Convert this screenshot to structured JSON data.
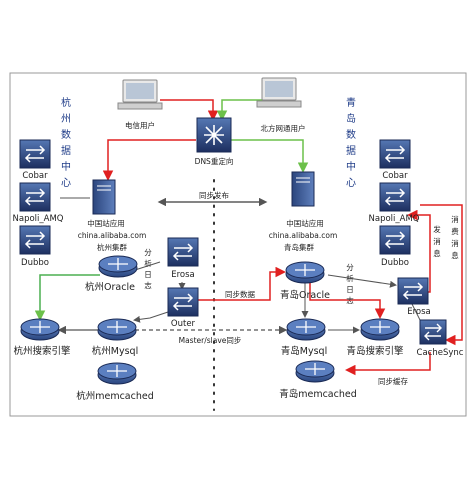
{
  "regions": {
    "hangzhou_title": [
      "杭",
      "州",
      "数",
      "据",
      "中",
      "心"
    ],
    "qingdao_title": [
      "青",
      "岛",
      "数",
      "据",
      "中",
      "心"
    ]
  },
  "users": {
    "telecom": "电信用户",
    "north_network": "北方网通用户"
  },
  "dns": "DNS重定向",
  "sync_publish": "同步发布",
  "hz": {
    "cobar": "Cobar",
    "napoli": "Napoli_AMQ",
    "dubbo": "Dubbo",
    "site_app": "中国站应用",
    "site_domain": "china.alibaba.com",
    "cluster": "杭州集群",
    "oracle": "杭州Oracle",
    "search": "杭州搜索引擎",
    "mysql": "杭州Mysql",
    "memcached": "杭州memcached"
  },
  "analysis_log_left": [
    "分",
    "析",
    "日",
    "志"
  ],
  "erosa_left": "Erosa",
  "outer": "Outer",
  "sync_data": "同步数据",
  "master_slave": "Master/slave同步",
  "qd": {
    "cobar": "Cobar",
    "napoli": "Napoli_AMQ",
    "dubbo": "Dubbo",
    "site_app": "中国站应用",
    "site_domain": "china.alibaba.com",
    "cluster": "青岛集群",
    "oracle": "青岛Oracle",
    "search": "青岛搜索引擎",
    "mysql": "青岛Mysql",
    "memcached": "青岛memcached"
  },
  "analysis_log_right": [
    "分",
    "析",
    "日",
    "志"
  ],
  "erosa_right": "Erosa",
  "cachesync": "CacheSync",
  "send_message": [
    "发",
    "消",
    "息"
  ],
  "consume_message": [
    "消",
    "费",
    "消",
    "息"
  ],
  "sync_cache": "同步缓存",
  "colors": {
    "device_dark": "#1f3266",
    "device_light": "#4d6fa8",
    "router": "#3d5d9c",
    "red_line": "#e02020",
    "green_line": "#6cc04a",
    "gray_line": "#7a7a7a"
  }
}
